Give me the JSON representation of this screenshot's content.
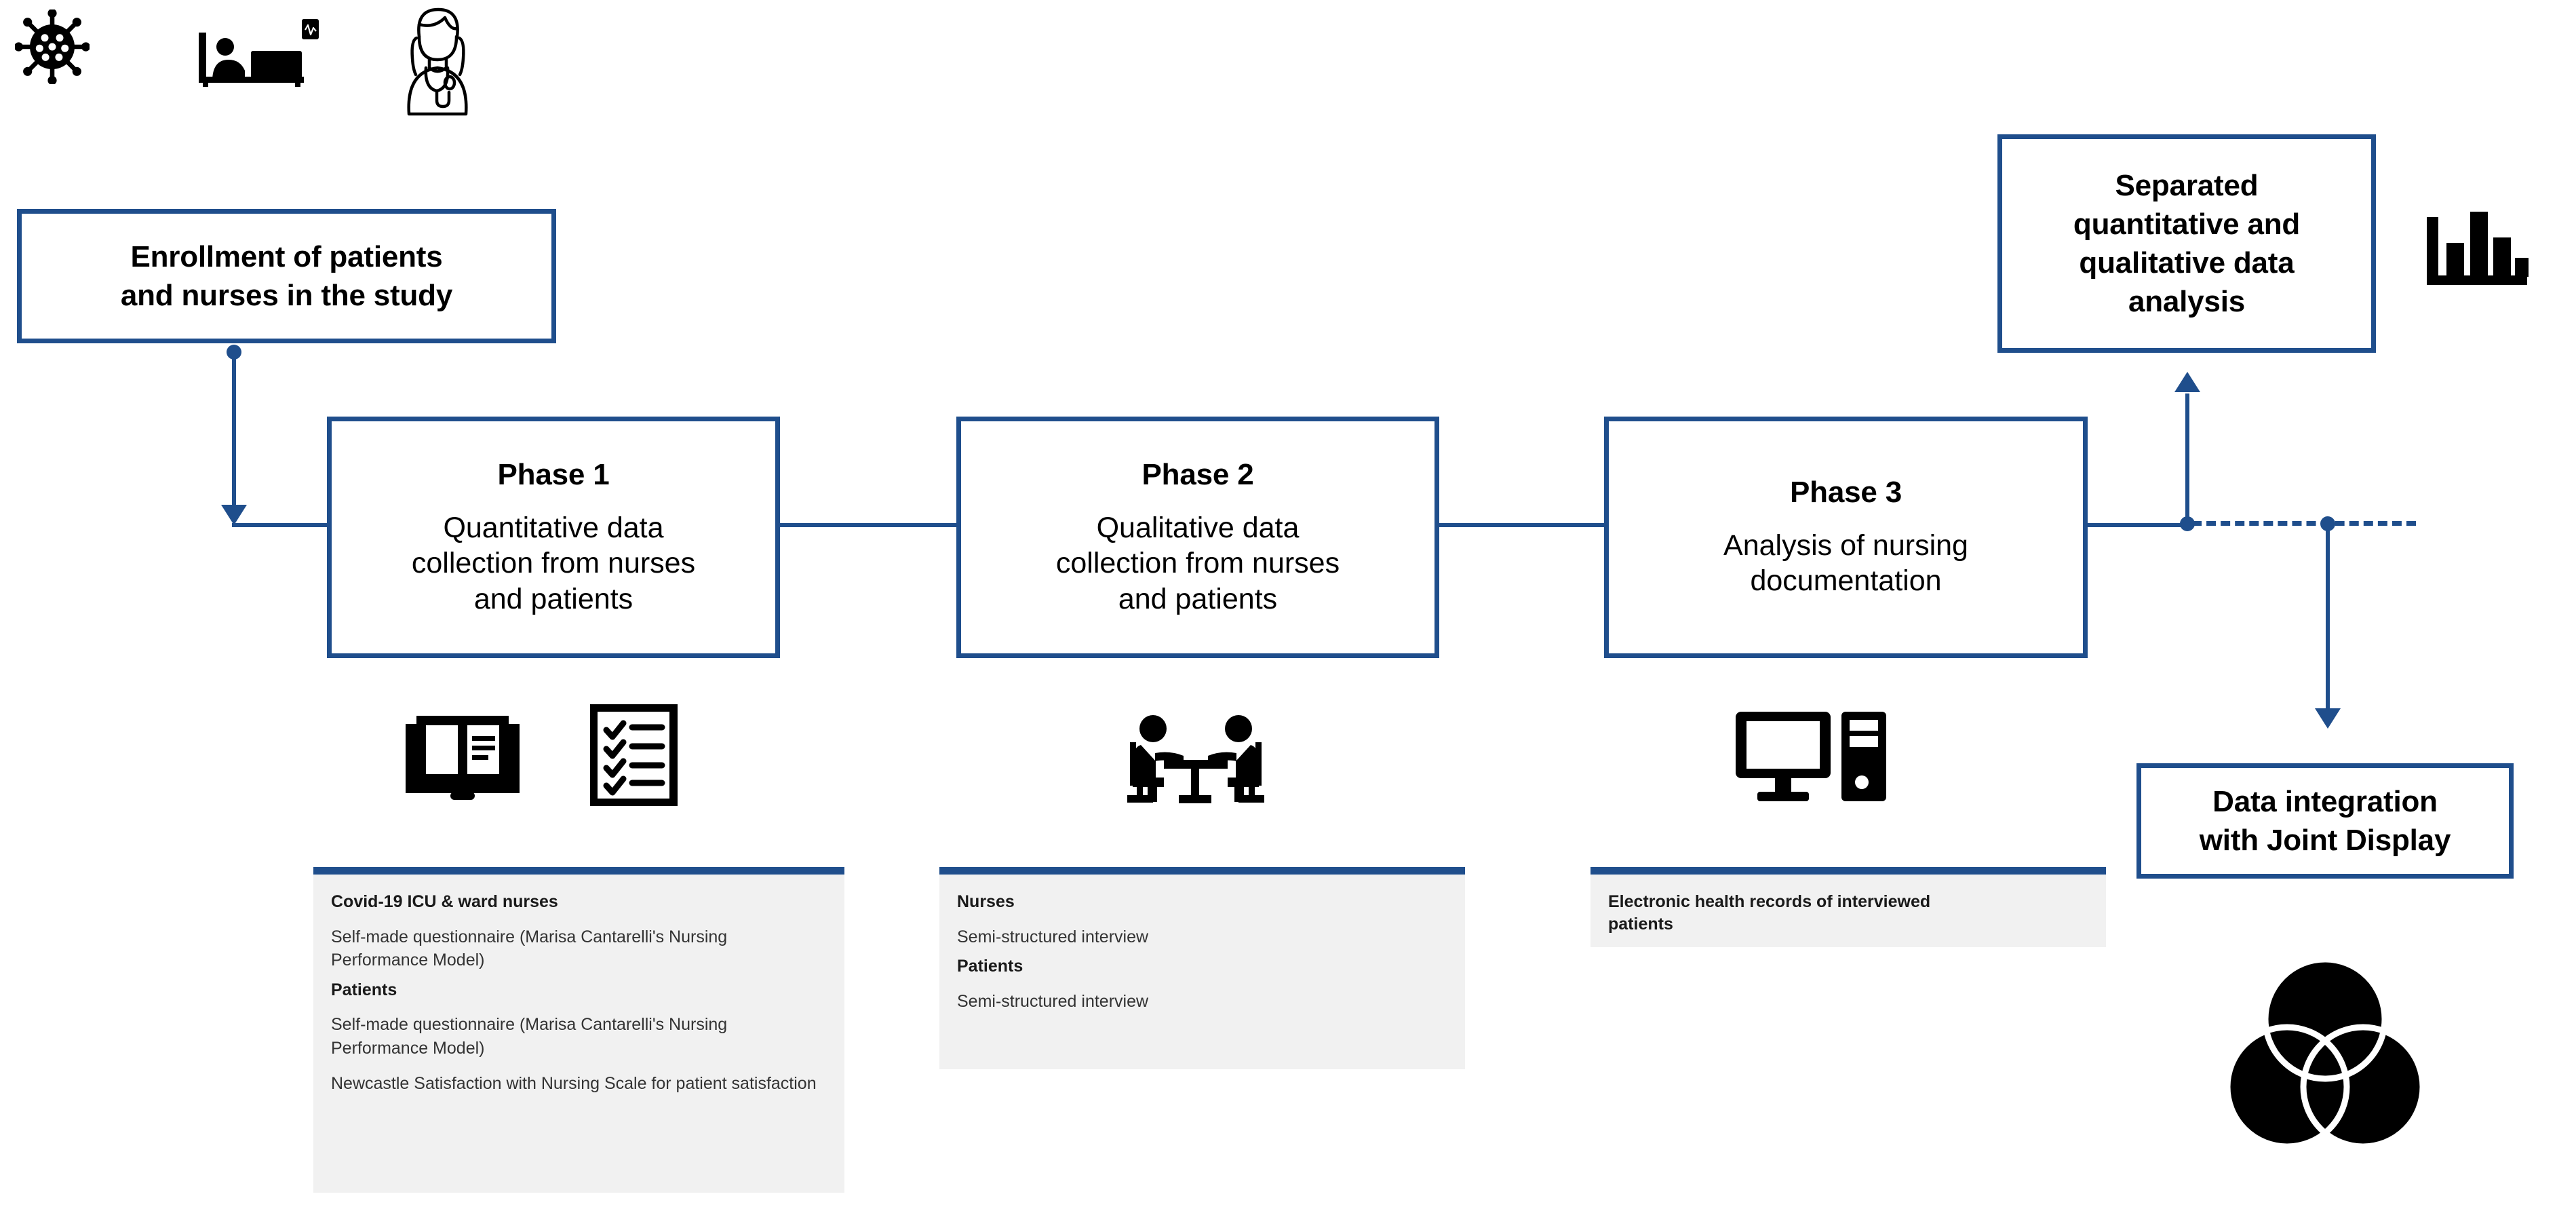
{
  "diagram": {
    "title": "Mixed methods study design flowchart",
    "accent_color": "#1F4E8C",
    "panel_bg": "#F1F1F1"
  },
  "enrollment": {
    "label": "Enrollment of patients\nand nurses in the study",
    "line1": "Enrollment of patients",
    "line2": "and nurses in the study"
  },
  "phases": [
    {
      "title": "Phase 1",
      "body_line1": "Quantitative data",
      "body_line2": "collection from nurses",
      "body_line3": "and patients",
      "panel": [
        {
          "type": "head",
          "text": "Covid-19 ICU & ward nurses"
        },
        {
          "type": "text",
          "text": "Self-made questionnaire (Marisa Cantarelli's Nursing Performance Model)"
        },
        {
          "type": "head",
          "text": "Patients"
        },
        {
          "type": "text",
          "text": "Self-made questionnaire (Marisa Cantarelli's Nursing Performance Model)"
        },
        {
          "type": "text",
          "text": "Newcastle Satisfaction with Nursing Scale for patient satisfaction"
        }
      ]
    },
    {
      "title": "Phase 2",
      "body_line1": "Qualitative data",
      "body_line2": "collection from nurses",
      "body_line3": "and patients",
      "panel": [
        {
          "type": "head",
          "text": "Nurses"
        },
        {
          "type": "text",
          "text": "Semi-structured interview"
        },
        {
          "type": "head",
          "text": "Patients"
        },
        {
          "type": "text",
          "text": "Semi-structured interview"
        }
      ]
    },
    {
      "title": "Phase 3",
      "body_line1": "Analysis of nursing",
      "body_line2": "documentation",
      "body_line3": "",
      "panel": [
        {
          "type": "head",
          "text": "Electronic health records of interviewed patients"
        }
      ]
    }
  ],
  "analysis_box": {
    "line1": "Separated",
    "line2": "quantitative and",
    "line3": "qualitative data",
    "line4": "analysis"
  },
  "integration_box": {
    "line1": "Data integration",
    "line2": "with Joint Display"
  },
  "icons": {
    "virus": "virus-icon",
    "patient_bed": "patient-in-bed-monitor-icon",
    "nurse": "nurse-with-stethoscope-icon",
    "book": "open-book-icon",
    "checklist": "checklist-clipboard-icon",
    "interview": "two-people-at-table-interview-icon",
    "computer": "desktop-computer-and-tower-icon",
    "bar_chart": "bar-chart-icon",
    "venn": "three-circle-venn-diagram-icon"
  }
}
